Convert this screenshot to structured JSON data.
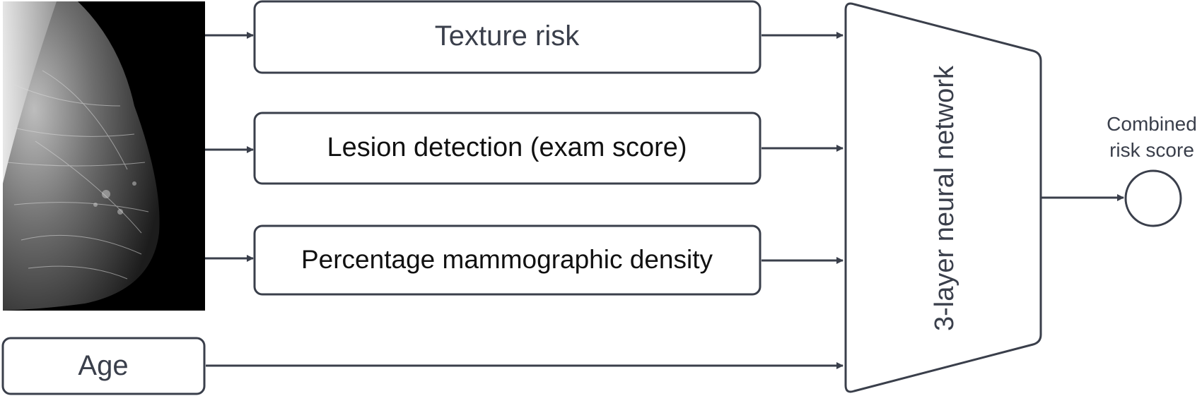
{
  "diagram": {
    "inputs": {
      "texture": "Texture risk",
      "lesion": "Lesion detection (exam score)",
      "density": "Percentage mammographic density",
      "age": "Age"
    },
    "network_label": "3-layer neural network",
    "output_label_line1": "Combined",
    "output_label_line2": "risk score",
    "image_icon": "mammogram-image",
    "colors": {
      "stroke": "#3a3f4b",
      "text_dark": "#111111",
      "text_gray": "#3a3f4b",
      "image_bg": "#000000"
    }
  }
}
